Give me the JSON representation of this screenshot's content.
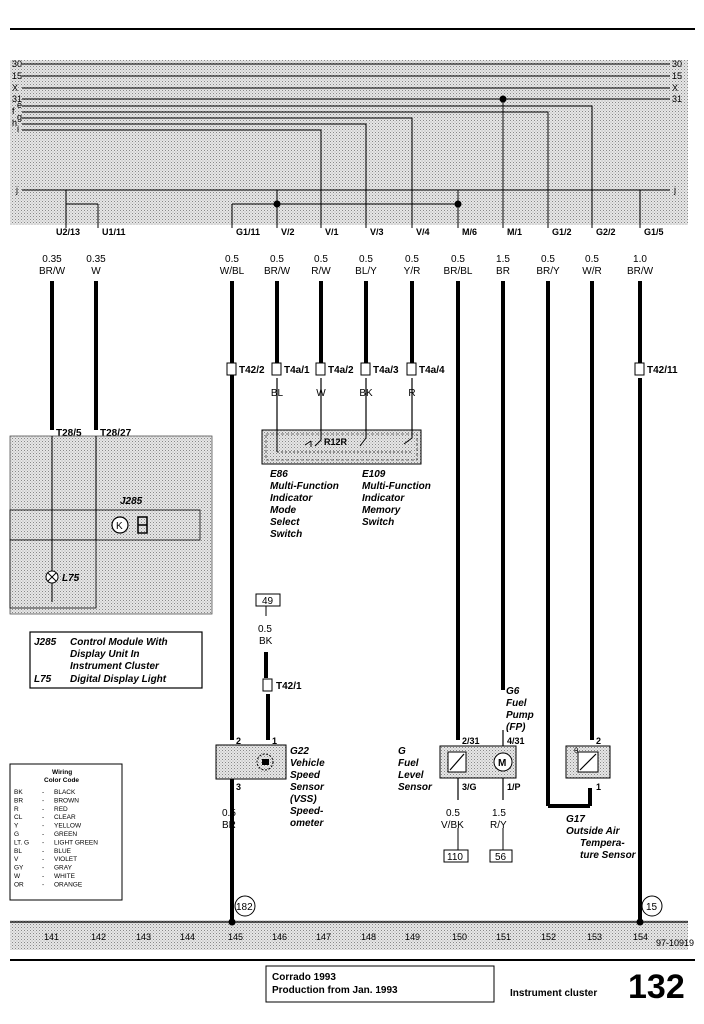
{
  "bus_left": [
    "30",
    "15",
    "X",
    "31",
    "e",
    "f",
    "g",
    "h",
    "i",
    "j"
  ],
  "bus_right": [
    "30",
    "15",
    "X",
    "31",
    "j"
  ],
  "pins": [
    {
      "label": "U2/13",
      "gauge": "0.35",
      "color": "BR/W"
    },
    {
      "label": "U1/11",
      "gauge": "0.35",
      "color": "W"
    },
    {
      "label": "G1/11",
      "gauge": "0.5",
      "color": "W/BL"
    },
    {
      "label": "V/2",
      "gauge": "0.5",
      "color": "BR/W"
    },
    {
      "label": "V/1",
      "gauge": "0.5",
      "color": "R/W"
    },
    {
      "label": "V/3",
      "gauge": "0.5",
      "color": "BL/Y"
    },
    {
      "label": "V/4",
      "gauge": "0.5",
      "color": "Y/R"
    },
    {
      "label": "M/6",
      "gauge": "0.5",
      "color": "BR/BL"
    },
    {
      "label": "M/1",
      "gauge": "1.5",
      "color": "BR"
    },
    {
      "label": "G1/2",
      "gauge": "0.5",
      "color": "BR/Y"
    },
    {
      "label": "G2/2",
      "gauge": "0.5",
      "color": "W/R"
    },
    {
      "label": "G1/5",
      "gauge": "1.0",
      "color": "BR/W"
    }
  ],
  "connectors": {
    "t42_2": "T42/2",
    "t4a_1": "T4a/1",
    "t4a_2": "T4a/2",
    "t4a_3": "T4a/3",
    "t4a_4": "T4a/4",
    "t42_11": "T42/11",
    "t28_5": "T28/5",
    "t28_27": "T28/27",
    "t42_1": "T42/1"
  },
  "switch_wires": [
    "BL",
    "W",
    "BK",
    "R"
  ],
  "switch_label": "R12R",
  "components": {
    "j285": "J285",
    "l75": "L75",
    "e86": [
      "E86",
      "Multi-Function",
      "Indicator",
      "Mode",
      "Select",
      "Switch"
    ],
    "e109": [
      "E109",
      "Multi-Function",
      "Indicator",
      "Memory",
      "Switch"
    ],
    "g22": [
      "G22",
      "Vehicle",
      "Speed",
      "Sensor",
      "(VSS)",
      "Speed-",
      "ometer"
    ],
    "g": [
      "G",
      "Fuel",
      "Level",
      "Sensor"
    ],
    "g6": [
      "G6",
      "Fuel",
      "Pump",
      "(FP)"
    ],
    "g17": [
      "G17",
      "Outside Air",
      "Tempera-",
      "ture Sensor"
    ]
  },
  "legend": [
    {
      "code": "J285",
      "desc": "Control Module With"
    },
    {
      "code": "",
      "desc": "Display Unit In"
    },
    {
      "code": "",
      "desc": "Instrument Cluster"
    },
    {
      "code": "L75",
      "desc": "Digital Display Light"
    }
  ],
  "color_code": {
    "title": [
      "Wiring",
      "Color Code"
    ],
    "rows": [
      [
        "BK",
        "BLACK"
      ],
      [
        "BR",
        "BROWN"
      ],
      [
        "R",
        "RED"
      ],
      [
        "CL",
        "CLEAR"
      ],
      [
        "Y",
        "YELLOW"
      ],
      [
        "G",
        "GREEN"
      ],
      [
        "LT. G",
        "LIGHT GREEN"
      ],
      [
        "BL",
        "BLUE"
      ],
      [
        "V",
        "VIOLET"
      ],
      [
        "GY",
        "GRAY"
      ],
      [
        "W",
        "WHITE"
      ],
      [
        "OR",
        "ORANGE"
      ]
    ]
  },
  "g22_pins": {
    "in2": "2",
    "in1": "1",
    "out3": "3"
  },
  "wire_49": {
    "ref": "49",
    "gauge": "0.5",
    "color": "BK"
  },
  "g22_out": {
    "gauge": "0.5",
    "color": "BR"
  },
  "fuel_pins": {
    "g_in": "2/31",
    "g6_in": "4/31",
    "g_out": "3/G",
    "g6_out": "1/P"
  },
  "fuel_out": [
    {
      "gauge": "0.5",
      "color": "V/BK",
      "ref": "110"
    },
    {
      "gauge": "1.5",
      "color": "R/Y",
      "ref": "56"
    }
  ],
  "g17_pins": {
    "in": "2",
    "out": "1"
  },
  "g17_sym": "θ",
  "ground_refs": {
    "left": "182",
    "right": "15"
  },
  "footer_nums": [
    "141",
    "142",
    "143",
    "144",
    "145",
    "146",
    "147",
    "148",
    "149",
    "150",
    "151",
    "152",
    "153",
    "154"
  ],
  "doc_ref": "97-10919",
  "footer": {
    "line1": "Corrado 1993",
    "line2": "Production from Jan. 1993",
    "section": "Instrument cluster",
    "page": "132"
  }
}
